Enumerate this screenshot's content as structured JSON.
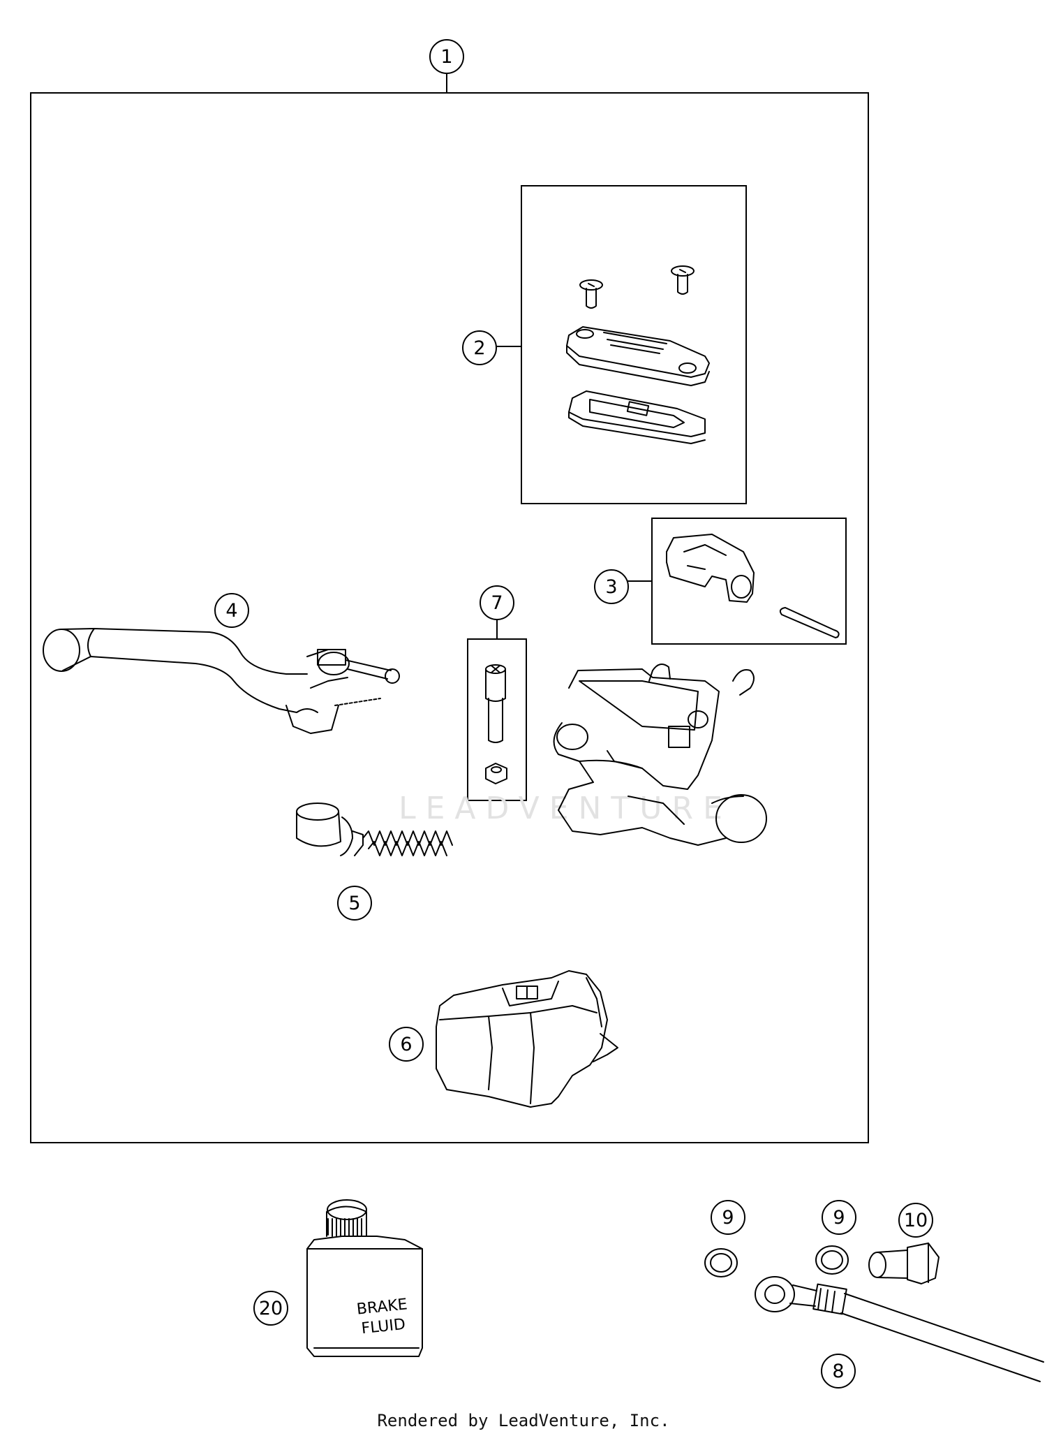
{
  "diagram": {
    "callouts": {
      "c1": "1",
      "c2": "2",
      "c3": "3",
      "c4": "4",
      "c5": "5",
      "c6": "6",
      "c7": "7",
      "c8": "8",
      "c9a": "9",
      "c9b": "9",
      "c10": "10",
      "c20": "20"
    },
    "bottle_label": [
      "BRAKE",
      "FLUID"
    ],
    "watermark": "LEADVENTURE",
    "footer": "Rendered by LeadVenture, Inc."
  }
}
